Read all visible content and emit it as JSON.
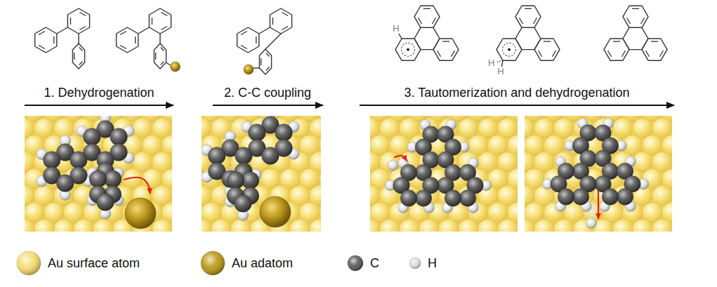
{
  "diagram": {
    "labels": [
      "H",
      "H",
      "H",
      "1. Dehydrogenation",
      "2. C-C coupling",
      "3. Tautomerization and dehydrogenation"
    ],
    "legend": [
      {
        "text": "Au surface atom",
        "color": "#f6dc6b"
      },
      {
        "text": "Au adatom",
        "color": "#b8960f"
      },
      {
        "text": "C",
        "color": "#555555"
      },
      {
        "text": "H",
        "color": "#dddddd"
      }
    ]
  }
}
